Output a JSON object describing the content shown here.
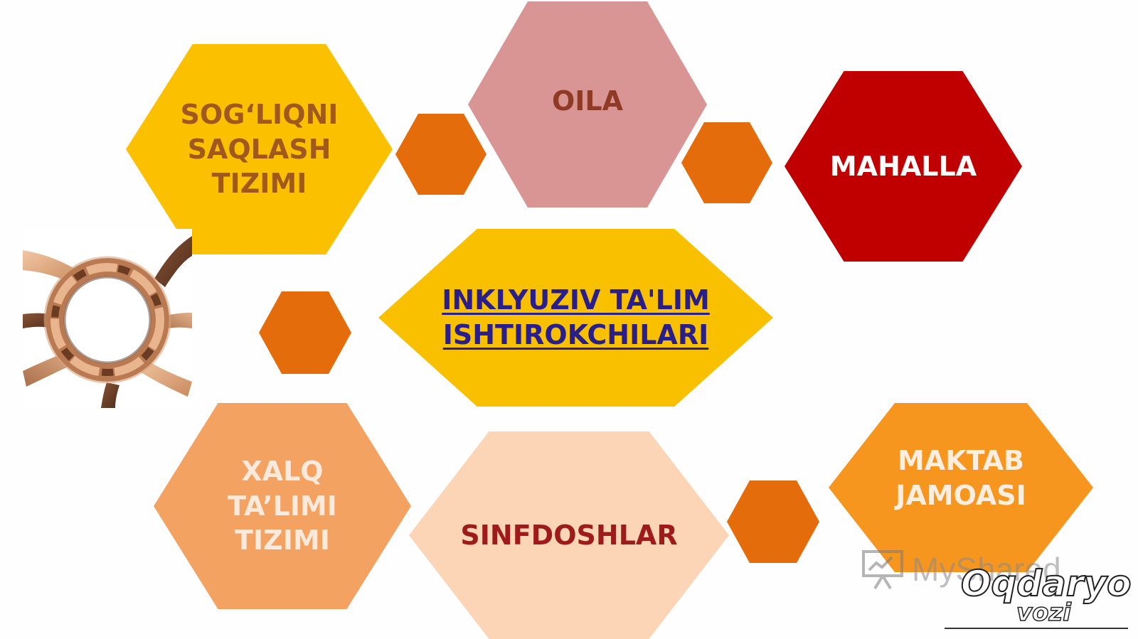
{
  "diagram": {
    "center": {
      "lines": [
        "INKLYUZIV TA'LIM",
        "ISHTIROKCHILARI"
      ],
      "color": "#f9c000"
    },
    "nodes": [
      {
        "id": "sogliqni",
        "lines": [
          "SOG‘LIQNI",
          "SAQLASH",
          "TIZIMI"
        ],
        "color": "#fbc100"
      },
      {
        "id": "oila",
        "lines": [
          "OILA"
        ],
        "color": "#d99594"
      },
      {
        "id": "mahalla",
        "lines": [
          "MAHALLA"
        ],
        "color": "#c00000"
      },
      {
        "id": "xalq",
        "lines": [
          "XALQ",
          "TA’LIMI",
          "TIZIMI"
        ],
        "color": "#f4a261"
      },
      {
        "id": "sinfdoshlar",
        "lines": [
          "SINFDOSHLAR"
        ],
        "color": "#fbd5b5"
      },
      {
        "id": "maktab",
        "lines": [
          "MAKTAB",
          "JAMOASI"
        ],
        "color": "#f7961e"
      }
    ],
    "connector_color": "#e46c0a"
  },
  "watermarks": {
    "myshared": "MyShared",
    "brand_main": "Oqdaryo",
    "brand_sub": "vozi"
  },
  "icons": [
    "hands-circle-photo",
    "presentation-icon"
  ]
}
